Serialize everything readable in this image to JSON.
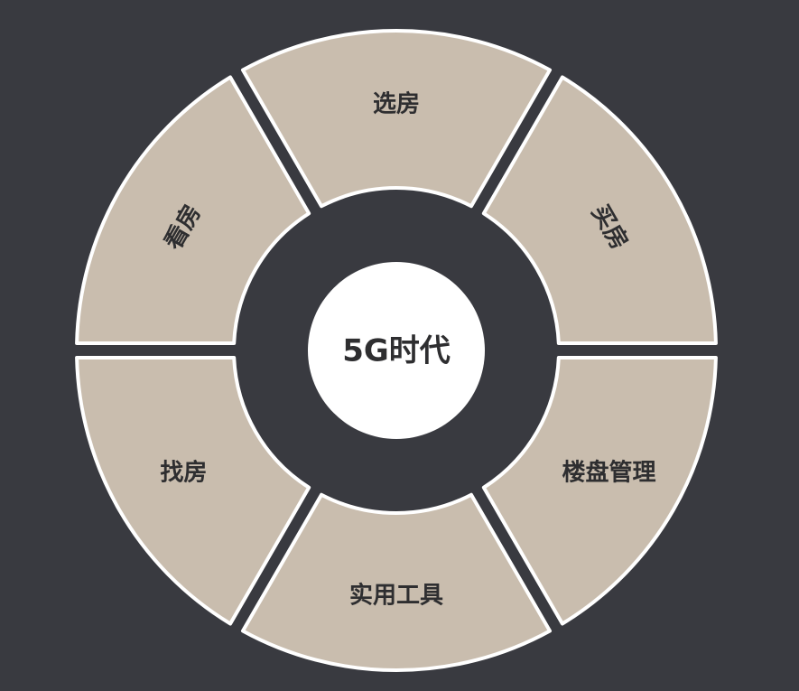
{
  "center": {
    "label": "5G时代"
  },
  "segments": [
    {
      "label": "选房"
    },
    {
      "label": "买房"
    },
    {
      "label": "楼盘管理"
    },
    {
      "label": "实用工具"
    },
    {
      "label": "找房"
    },
    {
      "label": "看房"
    }
  ],
  "colors": {
    "background": "#393a40",
    "segment_fill": "#c9bdae",
    "outline": "#ffffff",
    "center_fill": "#ffffff",
    "text": "#2e2e30"
  }
}
